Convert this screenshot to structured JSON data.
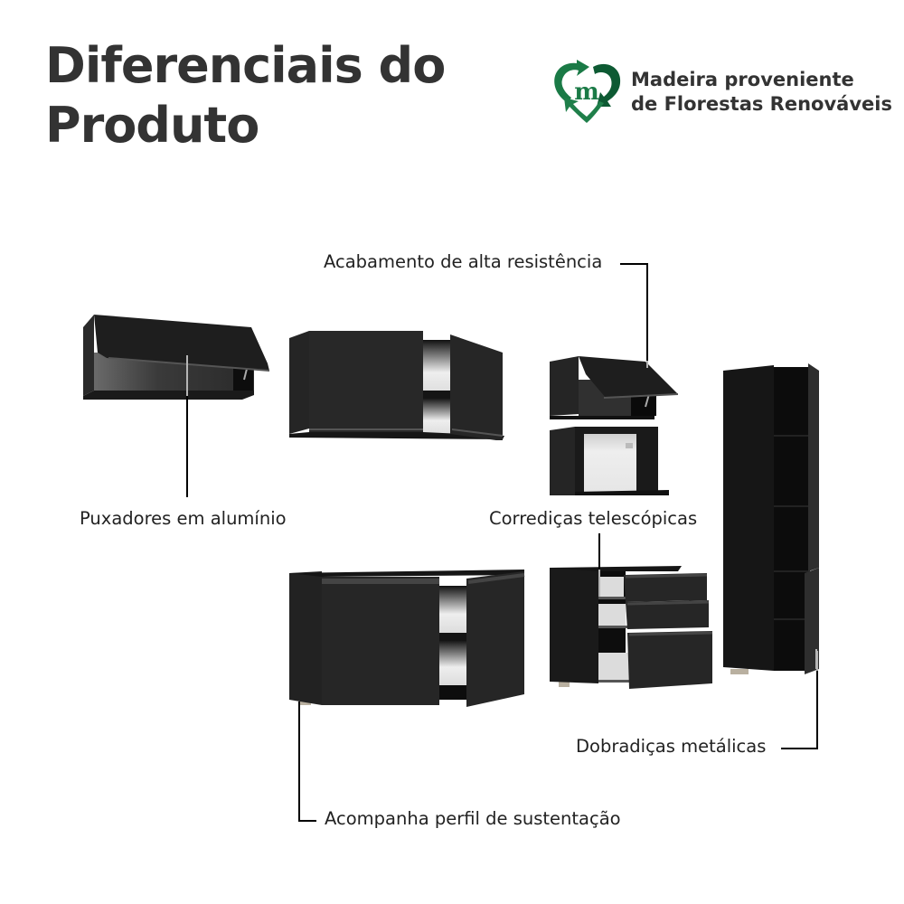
{
  "header": {
    "title_line1": "Diferenciais do",
    "title_line2": "Produto"
  },
  "badge": {
    "icon": "recycle-heart-m-logo-icon",
    "line1": "Madeira proveniente",
    "line2": "de Florestas Renováveis",
    "colors": {
      "dark_green": "#0d5a33",
      "green": "#1a7a46"
    }
  },
  "callouts": [
    {
      "id": "acabamento",
      "label": "Acabamento de alta resistência"
    },
    {
      "id": "puxadores",
      "label": "Puxadores em alumínio"
    },
    {
      "id": "corredicas",
      "label": "Corrediças telescópicas"
    },
    {
      "id": "dobradicas",
      "label": "Dobradiças metálicas"
    },
    {
      "id": "perfil",
      "label": "Acompanha perfil de sustentação"
    }
  ],
  "furniture": [
    {
      "id": "wall-cabinet-flip-up",
      "description": "Aéreo basculante com porta aberta"
    },
    {
      "id": "wall-cabinet-2-doors",
      "description": "Aéreo 2 portas"
    },
    {
      "id": "wall-cabinet-small-flip",
      "description": "Aéreo pequeno basculante"
    },
    {
      "id": "wall-cabinet-niche",
      "description": "Nicho aberto"
    },
    {
      "id": "tall-pantry",
      "description": "Paneleiro alto"
    },
    {
      "id": "base-cabinet-2-doors",
      "description": "Balcão 2 portas"
    },
    {
      "id": "drawer-unit",
      "description": "Gaveteiro 3 gavetas"
    }
  ],
  "colors": {
    "title": "#333333",
    "furniture_dark": "#1e1e1e",
    "furniture_mid": "#2b2b2b",
    "interior_light": "#e6e6e6"
  }
}
